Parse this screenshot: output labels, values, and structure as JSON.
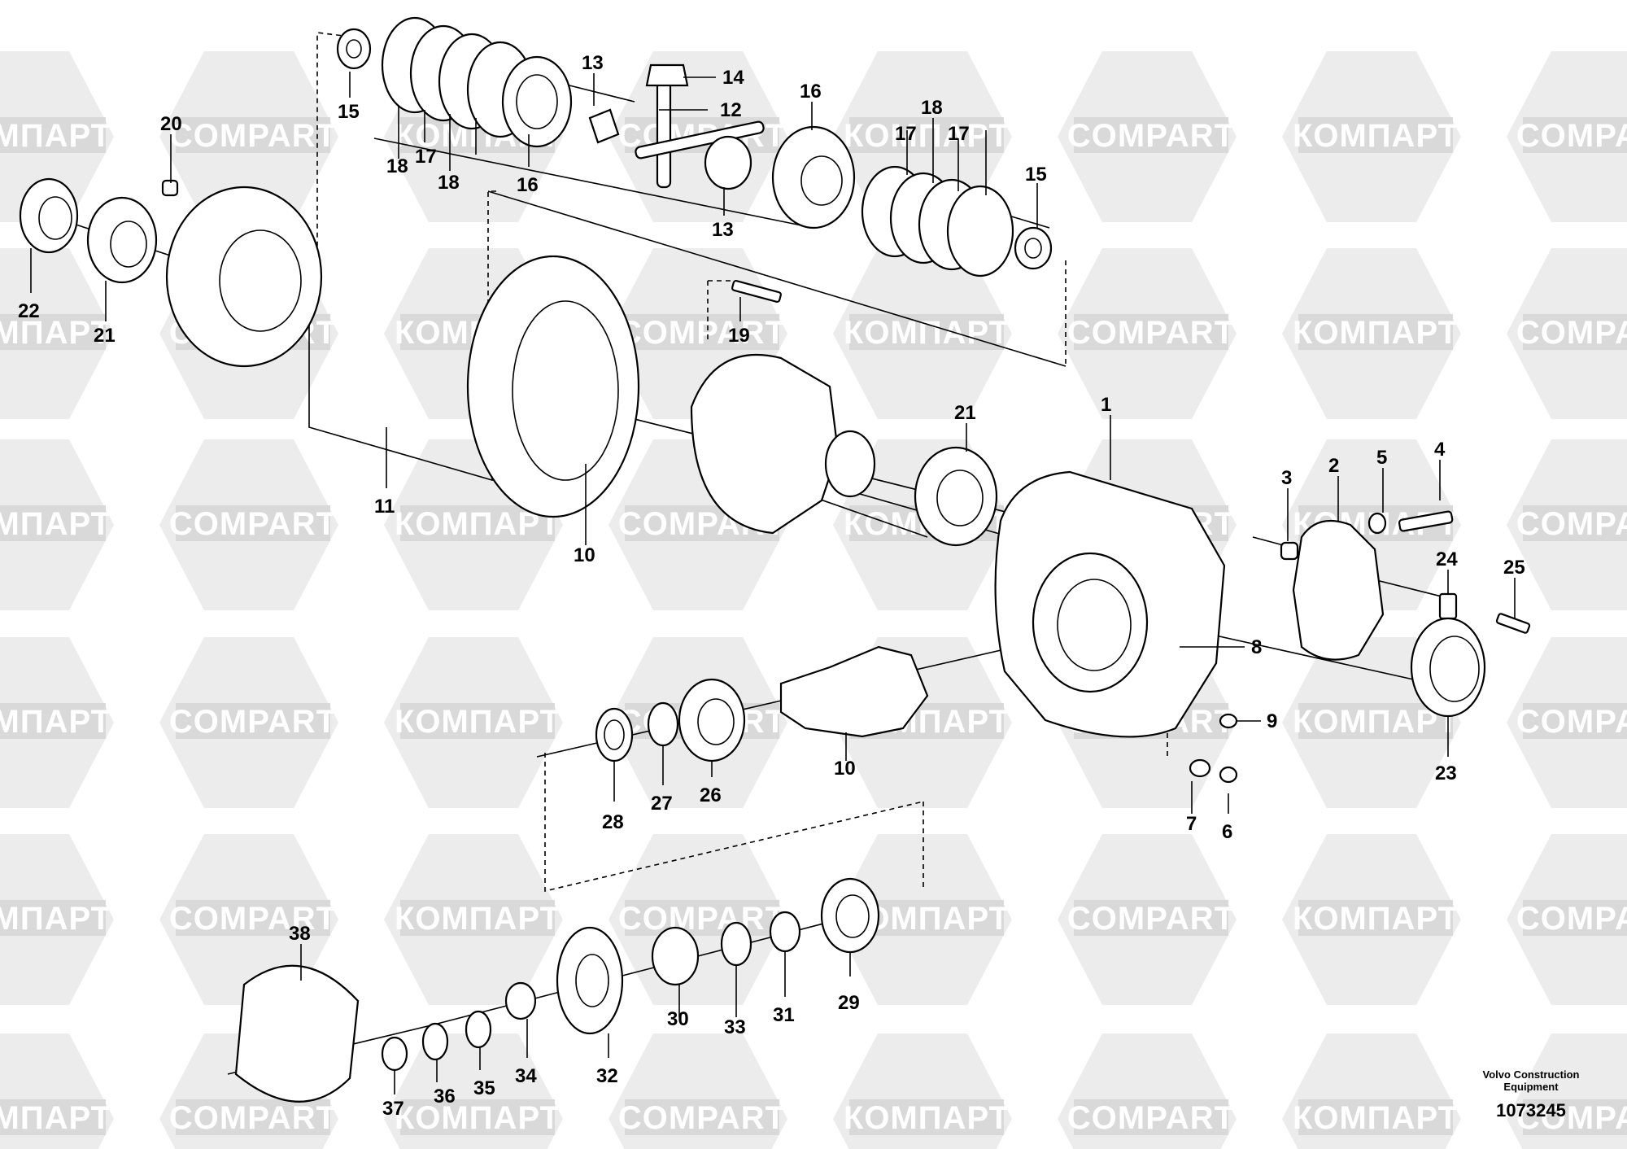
{
  "watermark": {
    "text_latin": "COMPART",
    "text_cyrillic": "КОМПАРТ"
  },
  "drawing": {
    "maker_line1": "Volvo Construction",
    "maker_line2": "Equipment",
    "number": "1073245"
  },
  "callouts": [
    "1",
    "2",
    "3",
    "4",
    "5",
    "6",
    "7",
    "8",
    "9",
    "10",
    "10",
    "11",
    "12",
    "13",
    "13",
    "14",
    "15",
    "15",
    "16",
    "16",
    "17",
    "17",
    "17",
    "18",
    "18",
    "18",
    "19",
    "20",
    "21",
    "21",
    "22",
    "23",
    "24",
    "25",
    "26",
    "27",
    "28",
    "29",
    "30",
    "31",
    "32",
    "33",
    "34",
    "35",
    "36",
    "37",
    "38"
  ]
}
